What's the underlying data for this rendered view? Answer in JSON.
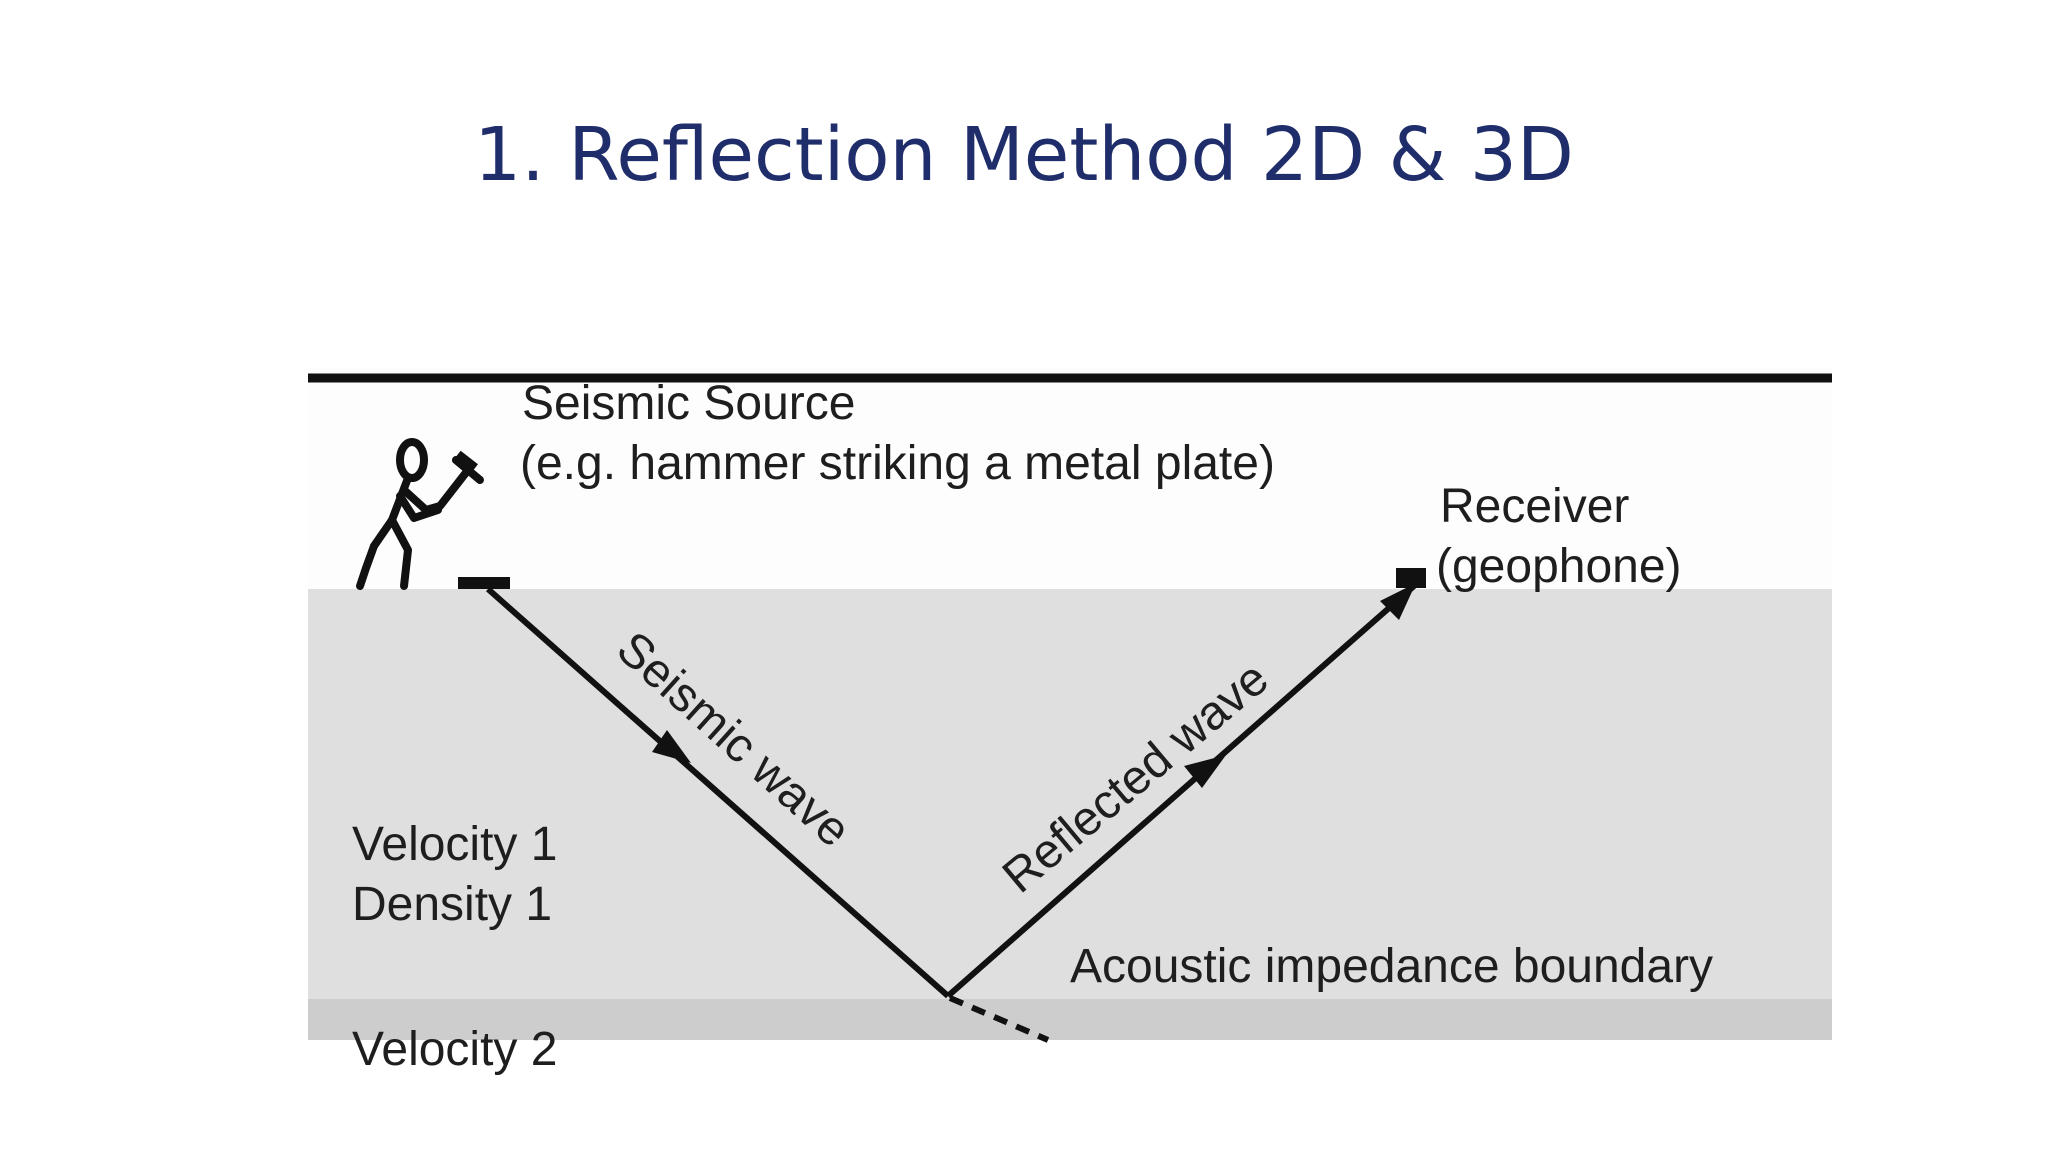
{
  "slide": {
    "title": "1. Reflection Method 2D & 3D"
  },
  "diagram": {
    "source_label_line1": "Seismic Source",
    "source_label_line2": "(e.g. hammer striking a metal plate)",
    "receiver_label_line1": "Receiver",
    "receiver_label_line2": "(geophone)",
    "incident_wave_label": "Seismic wave",
    "reflected_wave_label": "Reflected  wave",
    "layer1_label_line1": "Velocity 1",
    "layer1_label_line2": "Density 1",
    "boundary_label": "Acoustic impedance boundary",
    "layer2_label_partial": "Velocity 2",
    "colors": {
      "title": "#1f2d6b",
      "layer1": "#dfdfdf",
      "layer2": "#cdcdcd",
      "air": "#fdfdfd",
      "ink": "#111111"
    },
    "icons": [
      "person-with-hammer-icon",
      "metal-plate-icon",
      "geophone-icon"
    ]
  }
}
